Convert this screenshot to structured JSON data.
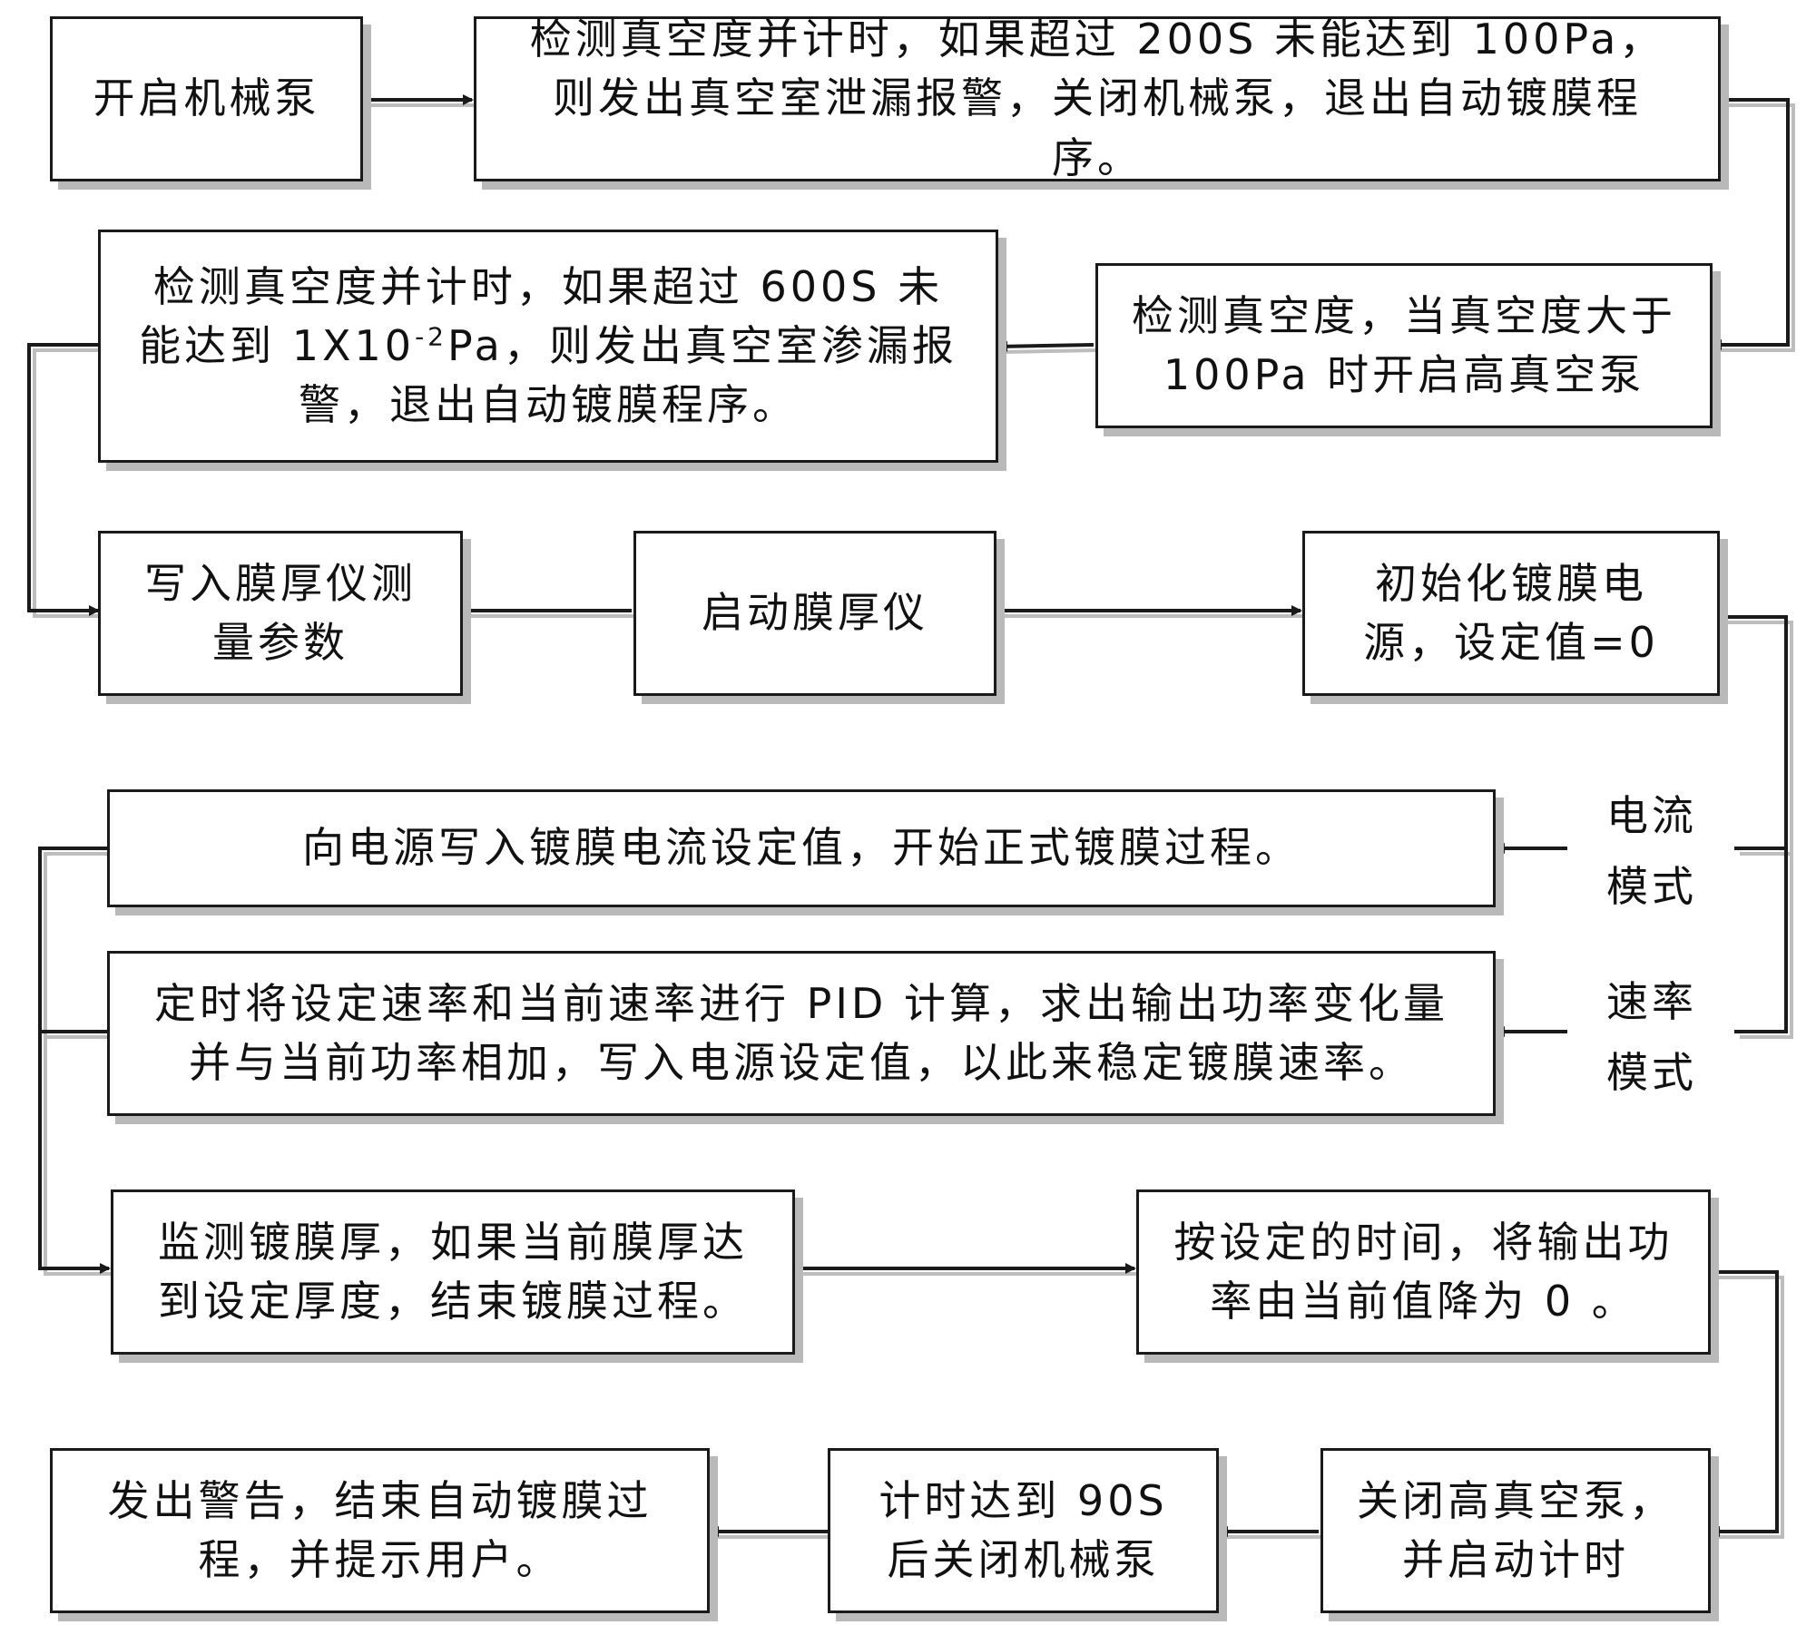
{
  "nodes": {
    "start_pump": {
      "text": "开启机械泵"
    },
    "check_vacuum_200s": {
      "text": "检测真空度并计时，如果超过 200S 未能达到 100Pa，则发出真空室泄漏报警，关闭机械泵，退出自动镀膜程序。"
    },
    "check_vacuum_100pa": {
      "text": "检测真空度，当真空度大于 100Pa 时开启高真空泵"
    },
    "check_vacuum_600s": {
      "text_before": "检测真空度并计时，如果超过 600S 未能达到 1X10",
      "exponent": "-2",
      "text_after": "Pa，则发出真空室渗漏报警，退出自动镀膜程序。"
    },
    "write_thickness_params": {
      "text": "写入膜厚仪测量参数"
    },
    "start_thickness_meter": {
      "text": "启动膜厚仪"
    },
    "init_power": {
      "text": "初始化镀膜电源，设定值=0"
    },
    "write_current": {
      "text": "向电源写入镀膜电流设定值，开始正式镀膜过程。"
    },
    "pid_rate": {
      "text": "定时将设定速率和当前速率进行 PID 计算，求出输出功率变化量并与当前功率相加，写入电源设定值，以此来稳定镀膜速率。"
    },
    "monitor_thickness": {
      "text": "监测镀膜厚，如果当前膜厚达到设定厚度，结束镀膜过程。"
    },
    "ramp_down": {
      "text": "按设定的时间，将输出功率由当前值降为 0 。"
    },
    "close_high_pump": {
      "text": "关闭高真空泵，并启动计时"
    },
    "close_mech_pump": {
      "text": "计时达到 90S 后关闭机械泵"
    },
    "warn_end": {
      "text": "发出警告，结束自动镀膜过程，并提示用户。"
    }
  },
  "branch_labels": {
    "current_mode": "电流模式",
    "rate_mode": "速率模式"
  },
  "colors": {
    "line": "#1a1a1a",
    "shadow": "#b9b9b9",
    "box_border": "#1a1a1a"
  }
}
